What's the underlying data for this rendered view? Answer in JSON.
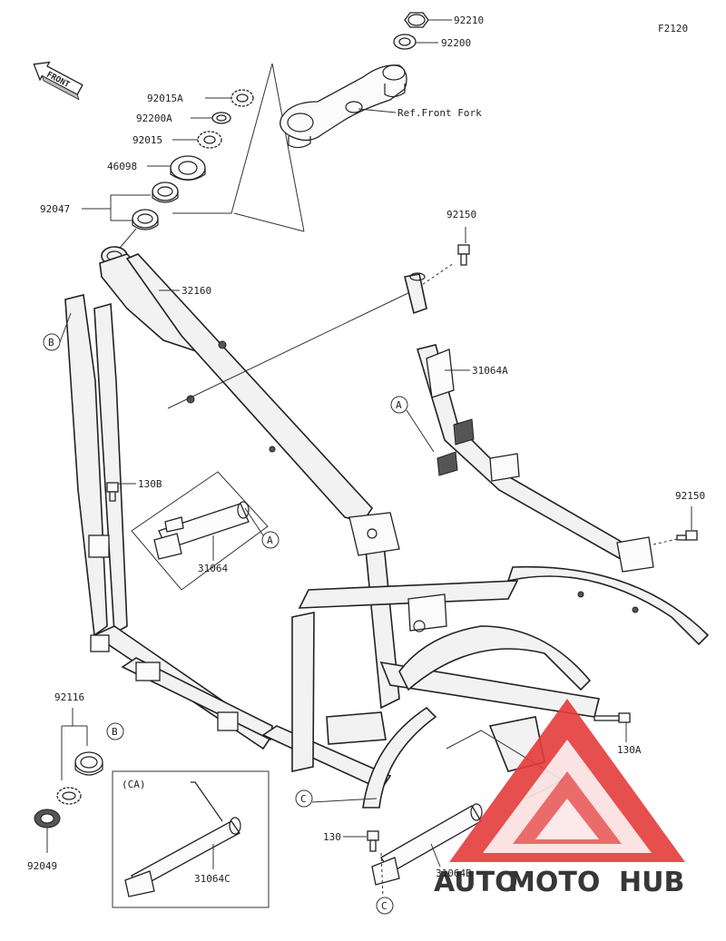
{
  "figure_code": "F2120",
  "front_label": "FRONT",
  "ref_label": "Ref.Front Fork",
  "ca_label": "(CA)",
  "callouts": {
    "A": "A",
    "B": "B",
    "C": "C"
  },
  "parts": {
    "p92210": "92210",
    "p92200": "92200",
    "p92015A": "92015A",
    "p92200A": "92200A",
    "p92015": "92015",
    "p46098": "46098",
    "p92047": "92047",
    "p32160": "32160",
    "p92150a": "92150",
    "p31064A": "31064A",
    "p130B": "130B",
    "p31064": "31064",
    "p92150b": "92150",
    "p92116": "92116",
    "p130A": "130A",
    "p92049": "92049",
    "p130": "130",
    "p31064C": "31064C",
    "p31064B": "31064B"
  },
  "watermark": {
    "auto": "AUTO",
    "moto": "MOTO",
    "hub": "HUB",
    "red": "#e53b3b",
    "gray": "#8c8c8c"
  }
}
